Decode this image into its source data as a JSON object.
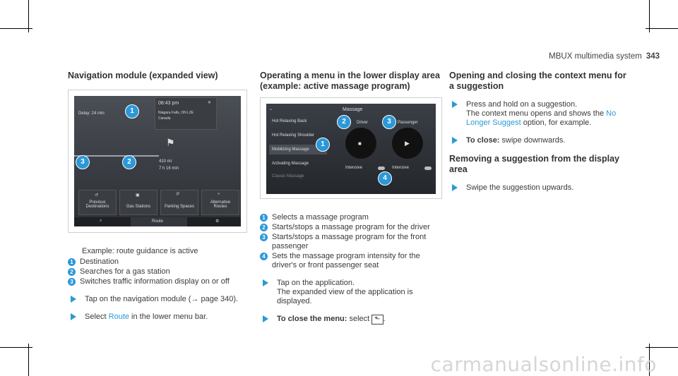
{
  "header": {
    "manual_title": "MBUX multimedia system",
    "page_number": "343"
  },
  "col1": {
    "heading": "Navigation module (expanded view)",
    "screen": {
      "delay": "Delay: 24 min",
      "time": "08:43 pm",
      "dest_line1": "Niagara Falls, ON L2E",
      "dest_line2": "Canada",
      "distance": "410 mi",
      "duration": "7 h 16 min",
      "btn1": "Previous Destinations",
      "btn2": "Gas Stations",
      "btn3": "Parking Spaces",
      "btn4": "Alternative Routes",
      "bottom_route": "Route",
      "callouts": [
        "1",
        "2",
        "3"
      ]
    },
    "caption": "Example: route guidance is active",
    "items": [
      {
        "n": "1",
        "text": "Destination"
      },
      {
        "n": "2",
        "text": "Searches for a gas station"
      },
      {
        "n": "3",
        "text": "Switches traffic information display on or off"
      }
    ],
    "step1_pre": "Tap on the navigation module (→ page 340).",
    "step2_pre": "Select ",
    "step2_link": "Route",
    "step2_post": " in the lower menu bar."
  },
  "col2": {
    "heading": "Operating a menu in the lower display area (example: active massage program)",
    "screen": {
      "title": "Massage",
      "programs": [
        "Hot Relaxing Back",
        "Hot Relaxing Shoulder",
        "Mobilizing Massage",
        "Activating Massage",
        "Classic Massage"
      ],
      "driver": "Driver",
      "passenger": "Passenger",
      "intensive1": "Intensive",
      "intensive2": "Intensive",
      "callouts": [
        "1",
        "2",
        "3",
        "4"
      ]
    },
    "items": [
      {
        "n": "1",
        "text": "Selects a massage program"
      },
      {
        "n": "2",
        "text": "Starts/stops a massage program for the driver"
      },
      {
        "n": "3",
        "text": "Starts/stops a massage program for the front passenger"
      },
      {
        "n": "4",
        "text": "Sets the massage program intensity for the driver's or front passenger seat"
      }
    ],
    "step1_a": "Tap on the application.",
    "step1_b": "The expanded view of the application is displayed.",
    "step2_bold": "To close the menu:",
    "step2_post": " select"
  },
  "col3": {
    "heading": "Opening and closing the context menu for a suggestion",
    "step1_a": "Press and hold on a suggestion.",
    "step1_b": "The context menu opens and shows the ",
    "step1_link": "No Longer Suggest",
    "step1_c": " option, for example.",
    "step2_bold": "To close:",
    "step2_post": " swipe downwards.",
    "heading2": "Removing a suggestion from the display area",
    "step3": "Swipe the suggestion upwards."
  },
  "watermark": "carmanualsonline.info"
}
